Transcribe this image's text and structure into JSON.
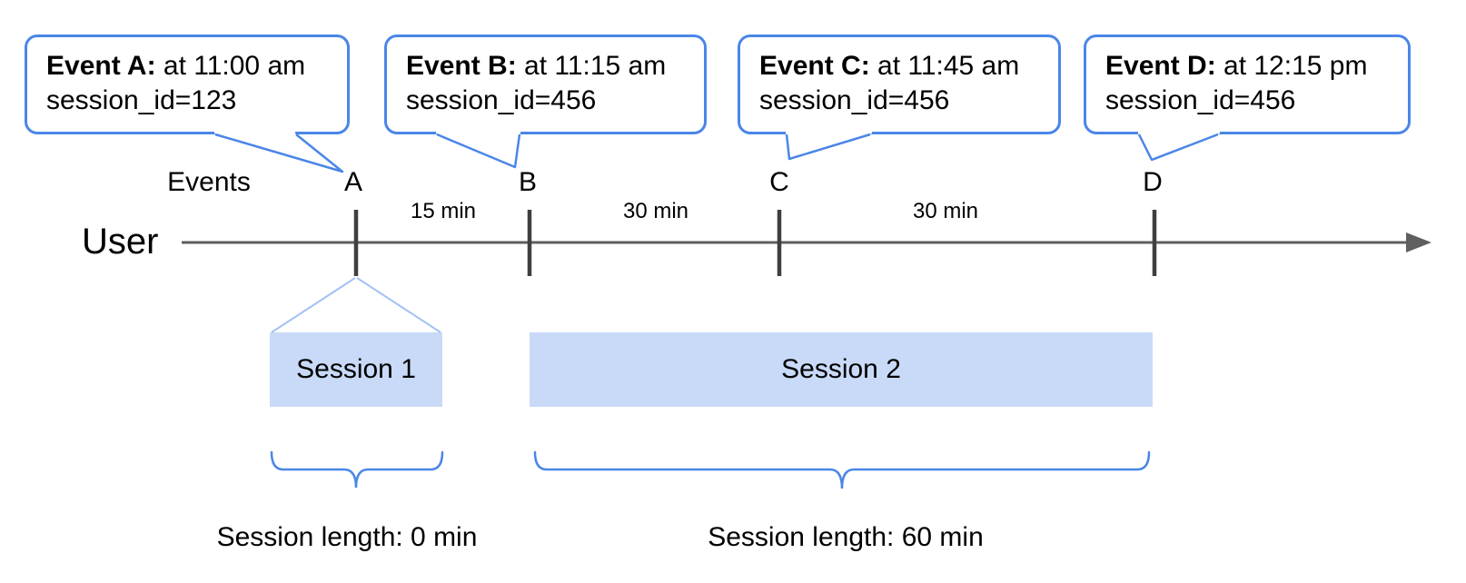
{
  "callouts": [
    {
      "title": "Event A:",
      "time": " at 11:00 am",
      "session": "session_id=123"
    },
    {
      "title": "Event B:",
      "time": " at 11:15 am",
      "session": "session_id=456"
    },
    {
      "title": "Event C:",
      "time": " at 11:45 am",
      "session": "session_id=456"
    },
    {
      "title": "Event D:",
      "time": " at 12:15 pm",
      "session": "session_id=456"
    }
  ],
  "timeline": {
    "events_label": "Events",
    "user_label": "User",
    "marks": [
      "A",
      "B",
      "C",
      "D"
    ],
    "intervals": [
      "15 min",
      "30 min",
      "30 min"
    ]
  },
  "sessions": [
    {
      "label": "Session 1",
      "length": "Session length: 0 min"
    },
    {
      "label": "Session 2",
      "length": "Session length: 60 min"
    }
  ],
  "colors": {
    "accent_blue": "#4a86e8",
    "bar_fill": "#c9daf8",
    "funnel_line": "#a4c2f4",
    "axis_gray": "#5f5f5f",
    "tick_gray": "#3f3f3f",
    "text": "#000000"
  }
}
